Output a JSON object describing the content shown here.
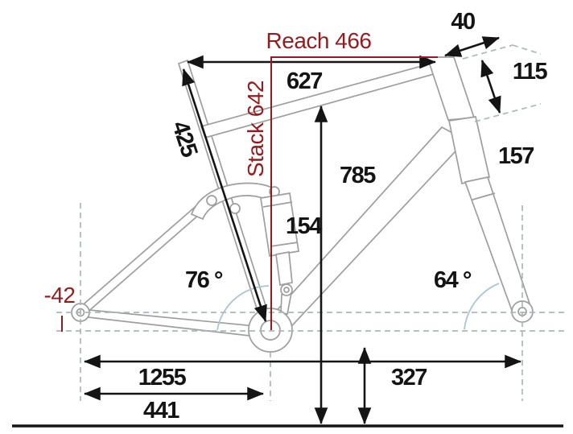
{
  "colors": {
    "accent_red": "#961b1e",
    "frame_gray": "#9e9e9e",
    "dash_gray": "#aab8ba",
    "arc_blue": "#a9c6d1",
    "ink": "#141414"
  },
  "measurements": {
    "reach": "Reach 466",
    "stack": "Stack 642",
    "stem_length": "40",
    "head_tube_length": "115",
    "top_tube_length": "627",
    "seat_tube_length": "425",
    "fork_lower_length": "157",
    "standover_height": "785",
    "shock_travel": "154",
    "seat_tube_angle": "76 °",
    "head_tube_angle": "64 °",
    "bb_drop": "-42",
    "wheelbase": "1255",
    "chainstay_length": "441",
    "bb_height": "327"
  }
}
